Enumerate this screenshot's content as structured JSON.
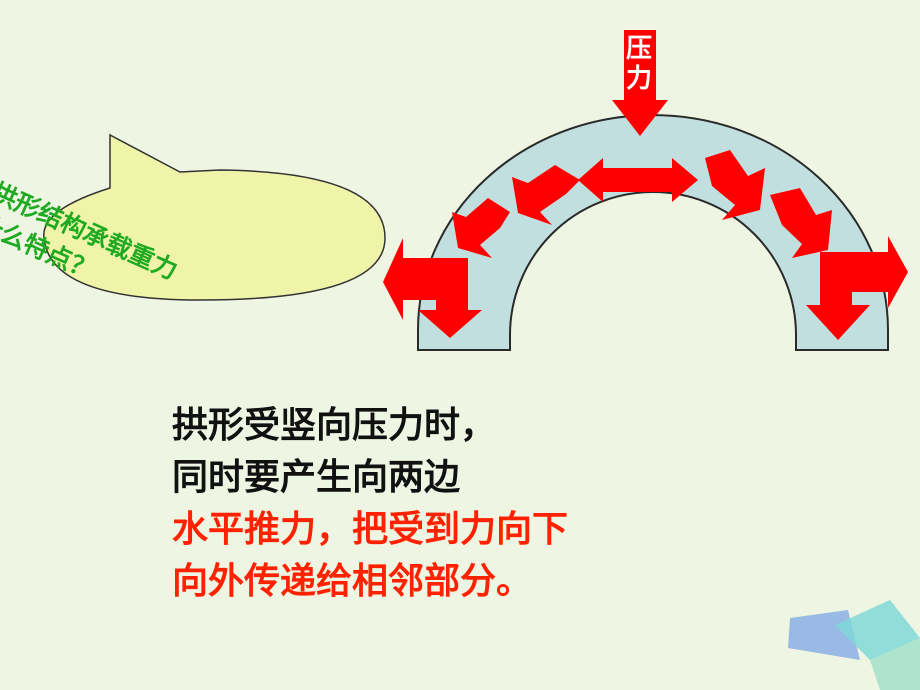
{
  "speech_bubble": {
    "text_line1": "拱形结构承载重力",
    "text_line2": "什么特点？"
  },
  "pressure_arrow": {
    "label_chars": [
      "压",
      "力"
    ]
  },
  "explanation": {
    "line1": "拱形受竖向压力时，",
    "line2": "同时要产生向两边",
    "line3": "水平推力，把受到力向下",
    "line4": "向外传递给相邻部分。"
  },
  "colors": {
    "background": "#eef5e2",
    "arch_fill": "#c2dfe0",
    "arrow": "#ff0000",
    "bubble_fill": "#f0f4a8",
    "bubble_text": "#1faa22",
    "black_text": "#111111",
    "red_text": "#ff2200"
  }
}
